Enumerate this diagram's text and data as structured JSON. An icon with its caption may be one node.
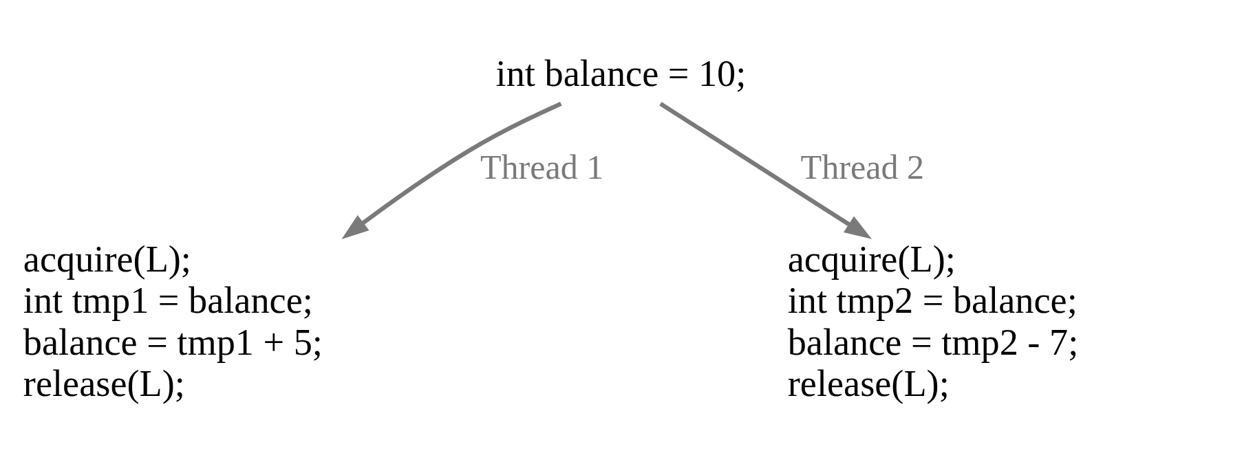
{
  "diagram": {
    "nodes": [
      {
        "text": [
          "int balance = 10;"
        ]
      },
      {
        "text": [
          "acquire(L);",
          "int tmp1 = balance;",
          "balance = tmp1 + 5;",
          "release(L);"
        ]
      },
      {
        "text": [
          "acquire(L);",
          "int tmp2 = balance;",
          "balance = tmp2 - 7;",
          "release(L);"
        ]
      }
    ],
    "edges": [
      {
        "from": 0,
        "to": 1,
        "arrow": "to",
        "label": "Thread 1"
      },
      {
        "from": 0,
        "to": 2,
        "arrow": "to",
        "label": "Thread 2"
      }
    ]
  }
}
